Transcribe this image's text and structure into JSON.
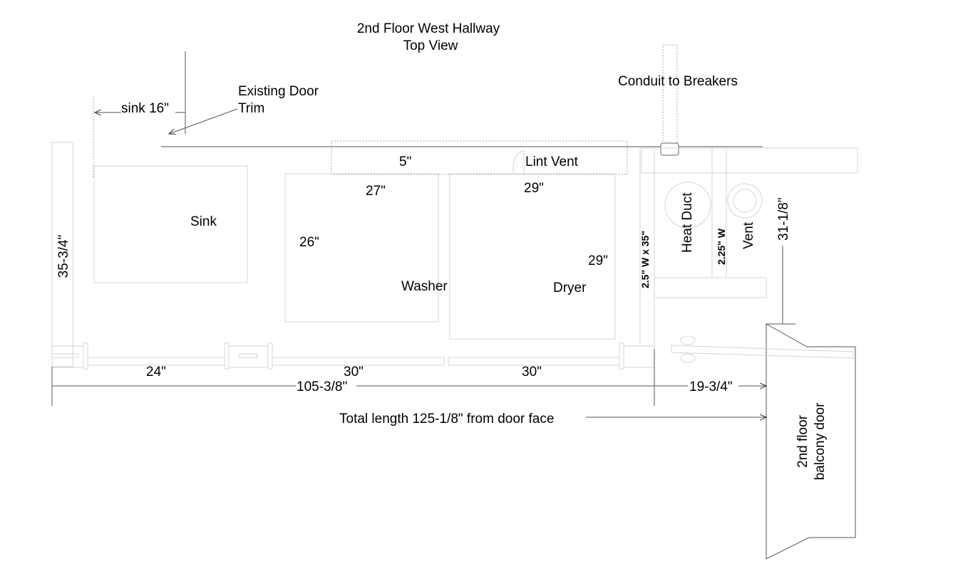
{
  "title": {
    "line1": "2nd Floor West Hallway",
    "line2": "Top View"
  },
  "labels": {
    "sink_offset": "sink 16\"",
    "door_trim_1": "Existing Door",
    "door_trim_2": "Trim",
    "conduit": "Conduit to Breakers",
    "vent_width": "5\"",
    "lint_vent": "Lint Vent",
    "height_left": "35-3/4\"",
    "sink": "Sink",
    "washer_width": "27\"",
    "washer_depth": "26\"",
    "washer": "Washer",
    "dryer_width": "29\"",
    "dryer_depth": "29\"",
    "dryer": "Dryer",
    "chase": "2.5\" W x 35\"",
    "heat_duct": "Heat Duct",
    "duct_width": "2.25\" W",
    "vent": "Vent",
    "door_offset": "31-1/8\"",
    "seg1": "24\"",
    "seg2": "30\"",
    "seg3": "30\"",
    "overall": "105-3/8\"",
    "to_door": "19-3/4\"",
    "total": "Total length 125-1/8\" from door face",
    "door_1": "2nd floor",
    "door_2": "balcony door"
  }
}
